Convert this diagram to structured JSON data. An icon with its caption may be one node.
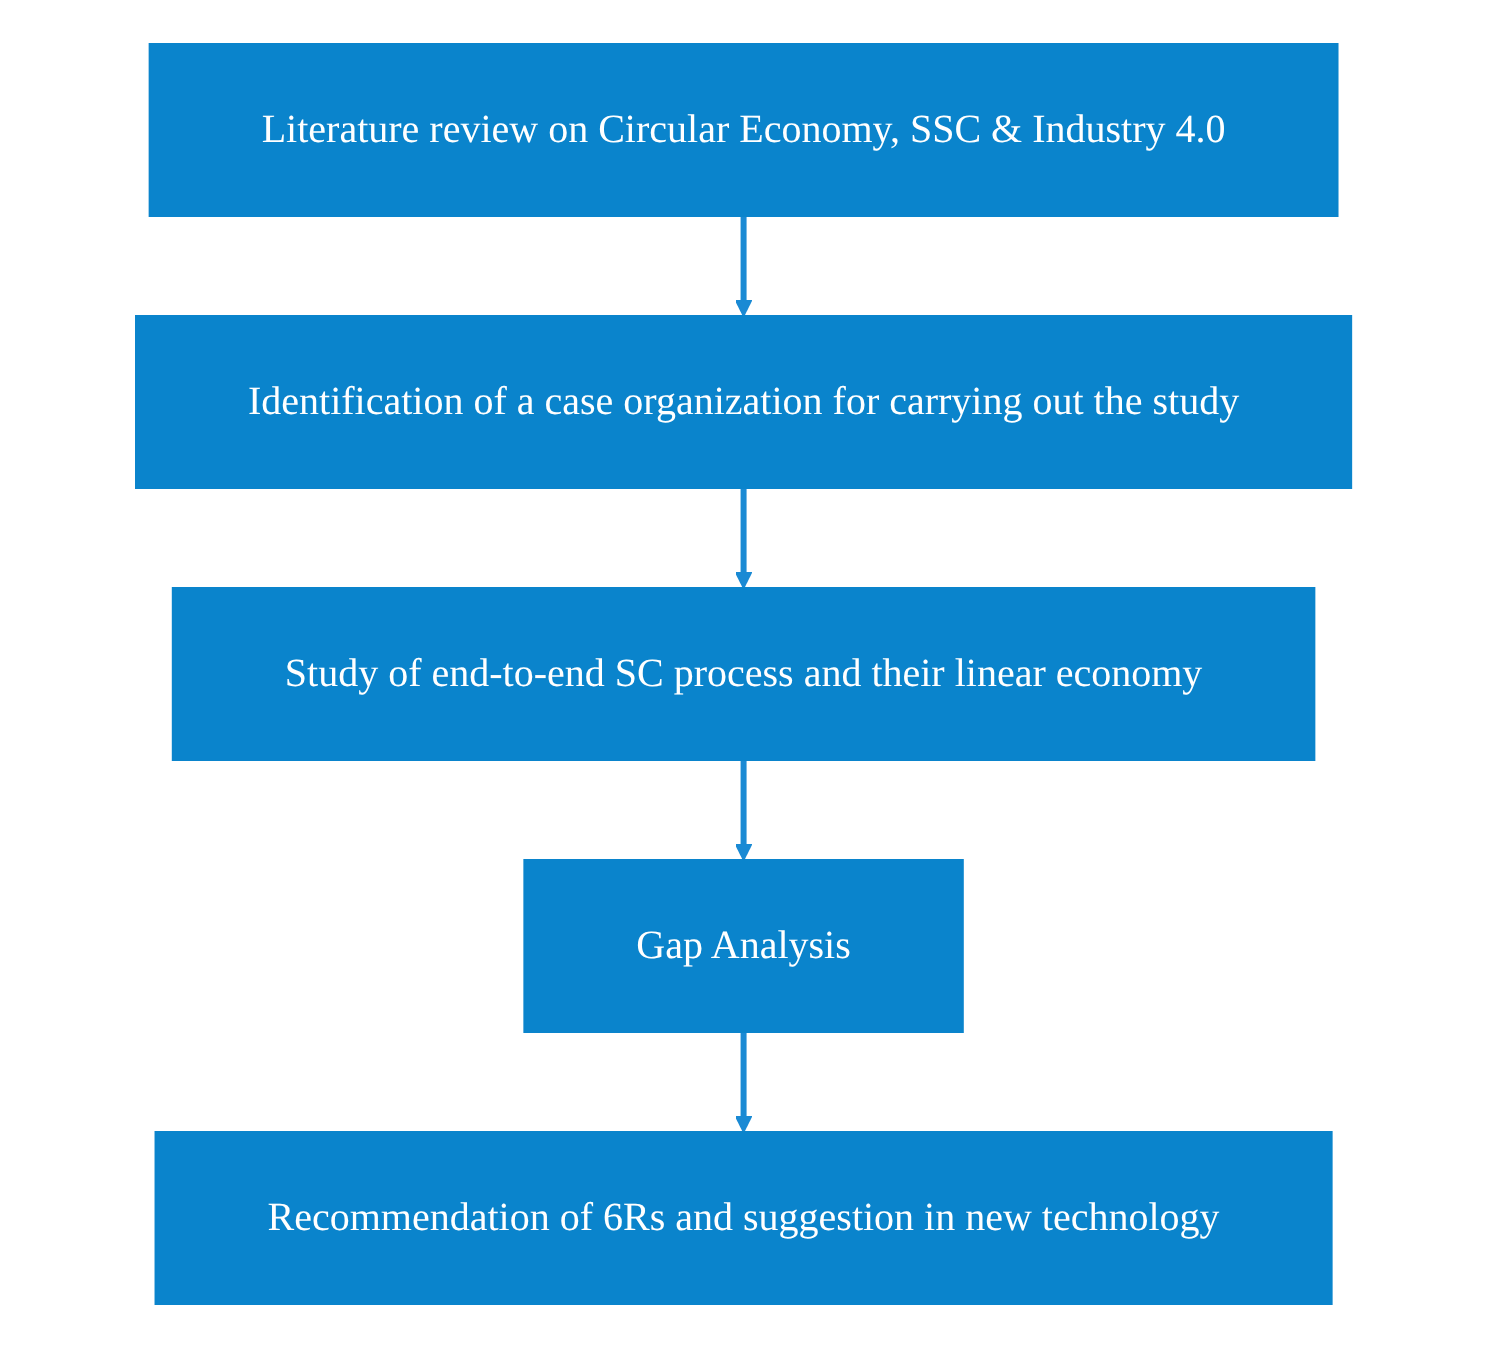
{
  "diagram": {
    "nodes": [
      {
        "text": [
          "Literature review on Circular Economy, SSC & Industry 4.0"
        ]
      },
      {
        "text": [
          "Identification of a case organization for carrying out the study"
        ]
      },
      {
        "text": [
          "Study of end-to-end SC process and their linear economy"
        ]
      },
      {
        "text": [
          "Gap Analysis"
        ]
      },
      {
        "text": [
          "Recommendation of 6Rs and suggestion in new technology"
        ]
      }
    ],
    "edges": [
      {
        "from": 0,
        "to": 1,
        "arrow": "to"
      },
      {
        "from": 1,
        "to": 2,
        "arrow": "to"
      },
      {
        "from": 2,
        "to": 3,
        "arrow": "to"
      },
      {
        "from": 3,
        "to": 4,
        "arrow": "to"
      }
    ]
  }
}
